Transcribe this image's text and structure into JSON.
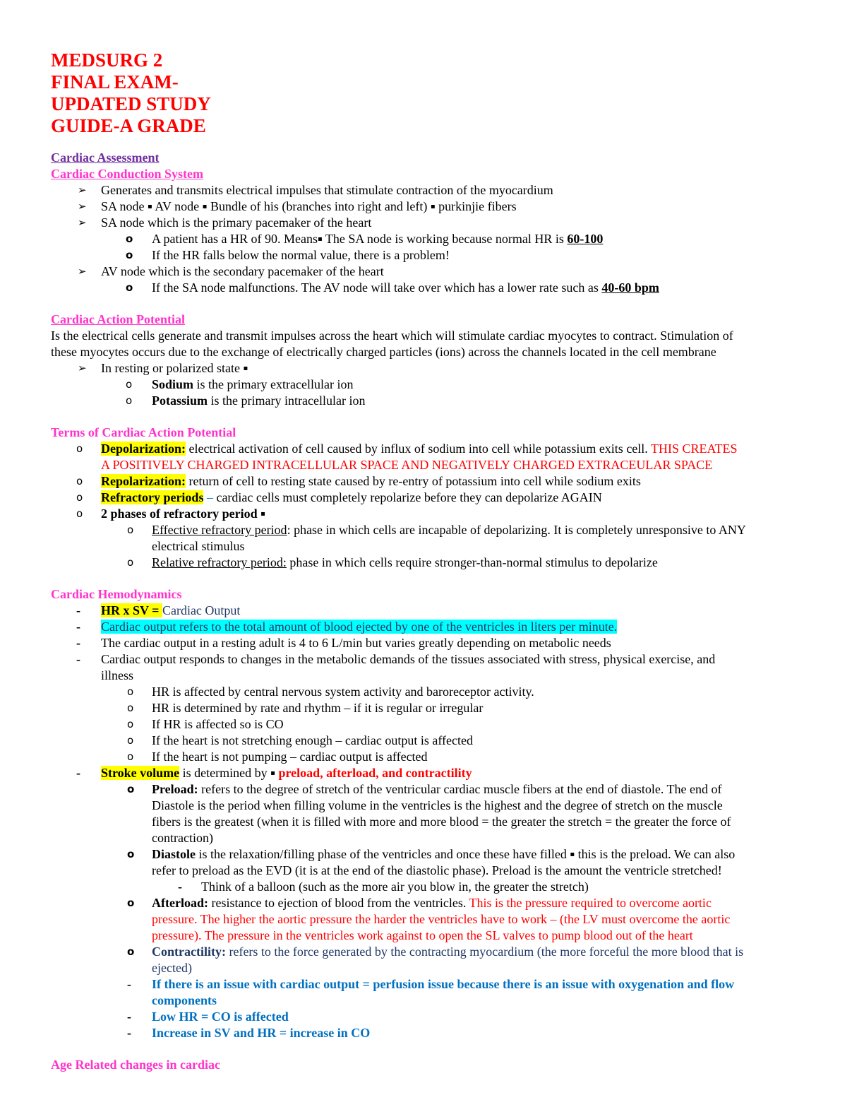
{
  "title": [
    "MEDSURG 2",
    "FINAL EXAM-",
    "UPDATED STUDY",
    "GUIDE-A GRADE"
  ],
  "sq": "▪",
  "s1": {
    "heading1": "Cardiac Assessment",
    "heading2": "Cardiac Conduction System",
    "b1": "Generates and transmits electrical impulses that stimulate contraction of the myocardium",
    "b2a": "SA node ",
    "b2b": " AV node ",
    "b2c": " Bundle of his (branches into right and left) ",
    "b2d": " purkinjie fibers",
    "b3": "SA node which is the primary pacemaker of the heart",
    "b3s1a": "A patient has a HR of 90. Means",
    "b3s1b": "  The SA node is working because normal HR is ",
    "b3s1c": "60-100",
    "b3s2": "If the HR falls below the normal value, there is a problem!",
    "b4": "AV node which is the secondary pacemaker of the heart",
    "b4s1a": "If the SA node malfunctions. The AV node will take over which has a lower rate such as ",
    "b4s1b": "40-60 bpm"
  },
  "s2": {
    "heading": "Cardiac Action Potential",
    "p1": "Is the electrical cells generate and transmit impulses across the heart which will stimulate cardiac myocytes to contract. Stimulation of",
    "p2": "these myocytes occurs due to the exchange of electrically charged particles (ions) across the channels located in the cell membrane",
    "b1": "In resting or polarized state ",
    "s1a": "Sodium",
    "s1b": " is the primary extracellular ion",
    "s2a": "Potassium",
    "s2b": " is the primary intracellular ion"
  },
  "s3": {
    "heading": "Terms of Cardiac Action Potential",
    "t1a": "Depolarization:",
    "t1b": " electrical activation of cell caused by influx of sodium into cell while potassium exits cell. ",
    "t1c": "THIS CREATES",
    "t1d": "A POSITIVELY CHARGED INTRACELLULAR SPACE AND NEGATIVELY CHARGED EXTRACEULAR SPACE",
    "t2a": "Repolarization:",
    "t2b": " return of cell to resting state caused by re-entry of potassium into cell while sodium exits",
    "t3a": "Refractory periods",
    "t3b": " – ",
    "t3c": "cardiac cells must completely repolarize before they can depolarize AGAIN",
    "t4": "2 phases of refractory period ",
    "t4s1a": "Effective refractory period",
    "t4s1b": ": phase in which cells are incapable of depolarizing. It is completely unresponsive to ANY",
    "t4s1c": "electrical stimulus",
    "t4s2a": "Relative refractory period:",
    "t4s2b": " phase in which cells require stronger-than-normal stimulus to depolarize"
  },
  "s4": {
    "heading": "Cardiac Hemodynamics",
    "d1a": "HR x SV = ",
    "d1b": "Cardiac Output",
    "d2": "Cardiac output refers to the total amount of blood ejected by one of the ventricles in liters per minute.",
    "d3": "The cardiac output in a resting adult is 4 to 6 L/min but varies greatly depending on metabolic needs",
    "d4a": "Cardiac output responds to changes in the metabolic demands of the tissues associated with stress, physical exercise, and",
    "d4b": "illness",
    "o1": "HR is affected by central nervous system activity and baroreceptor activity.",
    "o2": "HR is determined by rate and rhythm – if it is regular or irregular",
    "o3": "If HR is affected so is CO",
    "o4": "If the heart is not stretching enough – cardiac output is affected",
    "o5": "If the heart is not pumping – cardiac output is affected",
    "sva": "Stroke volume",
    "svb": " is determined by ",
    "svc": " preload, afterload, and contractility",
    "pre1a": "Preload:",
    "pre1b": " refers to the degree of stretch of the ventricular cardiac muscle fibers at the end of diastole. The end of",
    "pre2": "Diastole is the period when filling volume in the ventricles is the highest and the degree of stretch on the muscle",
    "pre3": "fibers is the greatest (when it is filled with more and more blood = the greater the stretch = the greater the force of",
    "pre4": "contraction)",
    "dia1a": "Diastole",
    "dia1b": " is the relaxation/filling phase of the ventricles and once these have filled ",
    "dia1c": " this is the preload. We can also",
    "dia2": "refer to preload as the EVD (it is at the end of the diastolic phase). Preload is the amount the ventricle stretched!",
    "balloon": "Think of a balloon (such as the more air you blow in, the greater the stretch)",
    "aft1a": "Afterload:",
    "aft1b": " resistance to ejection of blood from the ventricles. ",
    "aft1c": "This is the pressure required to overcome aortic",
    "aft2": "pressure. The higher the aortic pressure the harder the ventricles have to work – (the LV must overcome the aortic",
    "aft3": "pressure). The pressure in the ventricles work against to open the SL valves to pump blood out of the heart",
    "con1a": "Contractility:",
    "con1b": " refers to the force generated by the contracting myocardium (the more forceful the more blood that is",
    "con2": "ejected)",
    "f1a": "If there is an issue with cardiac output = perfusion issue because there is an issue with oxygenation and flow",
    "f1b": "components",
    "f2": "Low HR = CO is affected",
    "f3": "Increase in SV and HR = increase in CO"
  },
  "s5": {
    "heading": "Age Related changes in cardiac"
  }
}
